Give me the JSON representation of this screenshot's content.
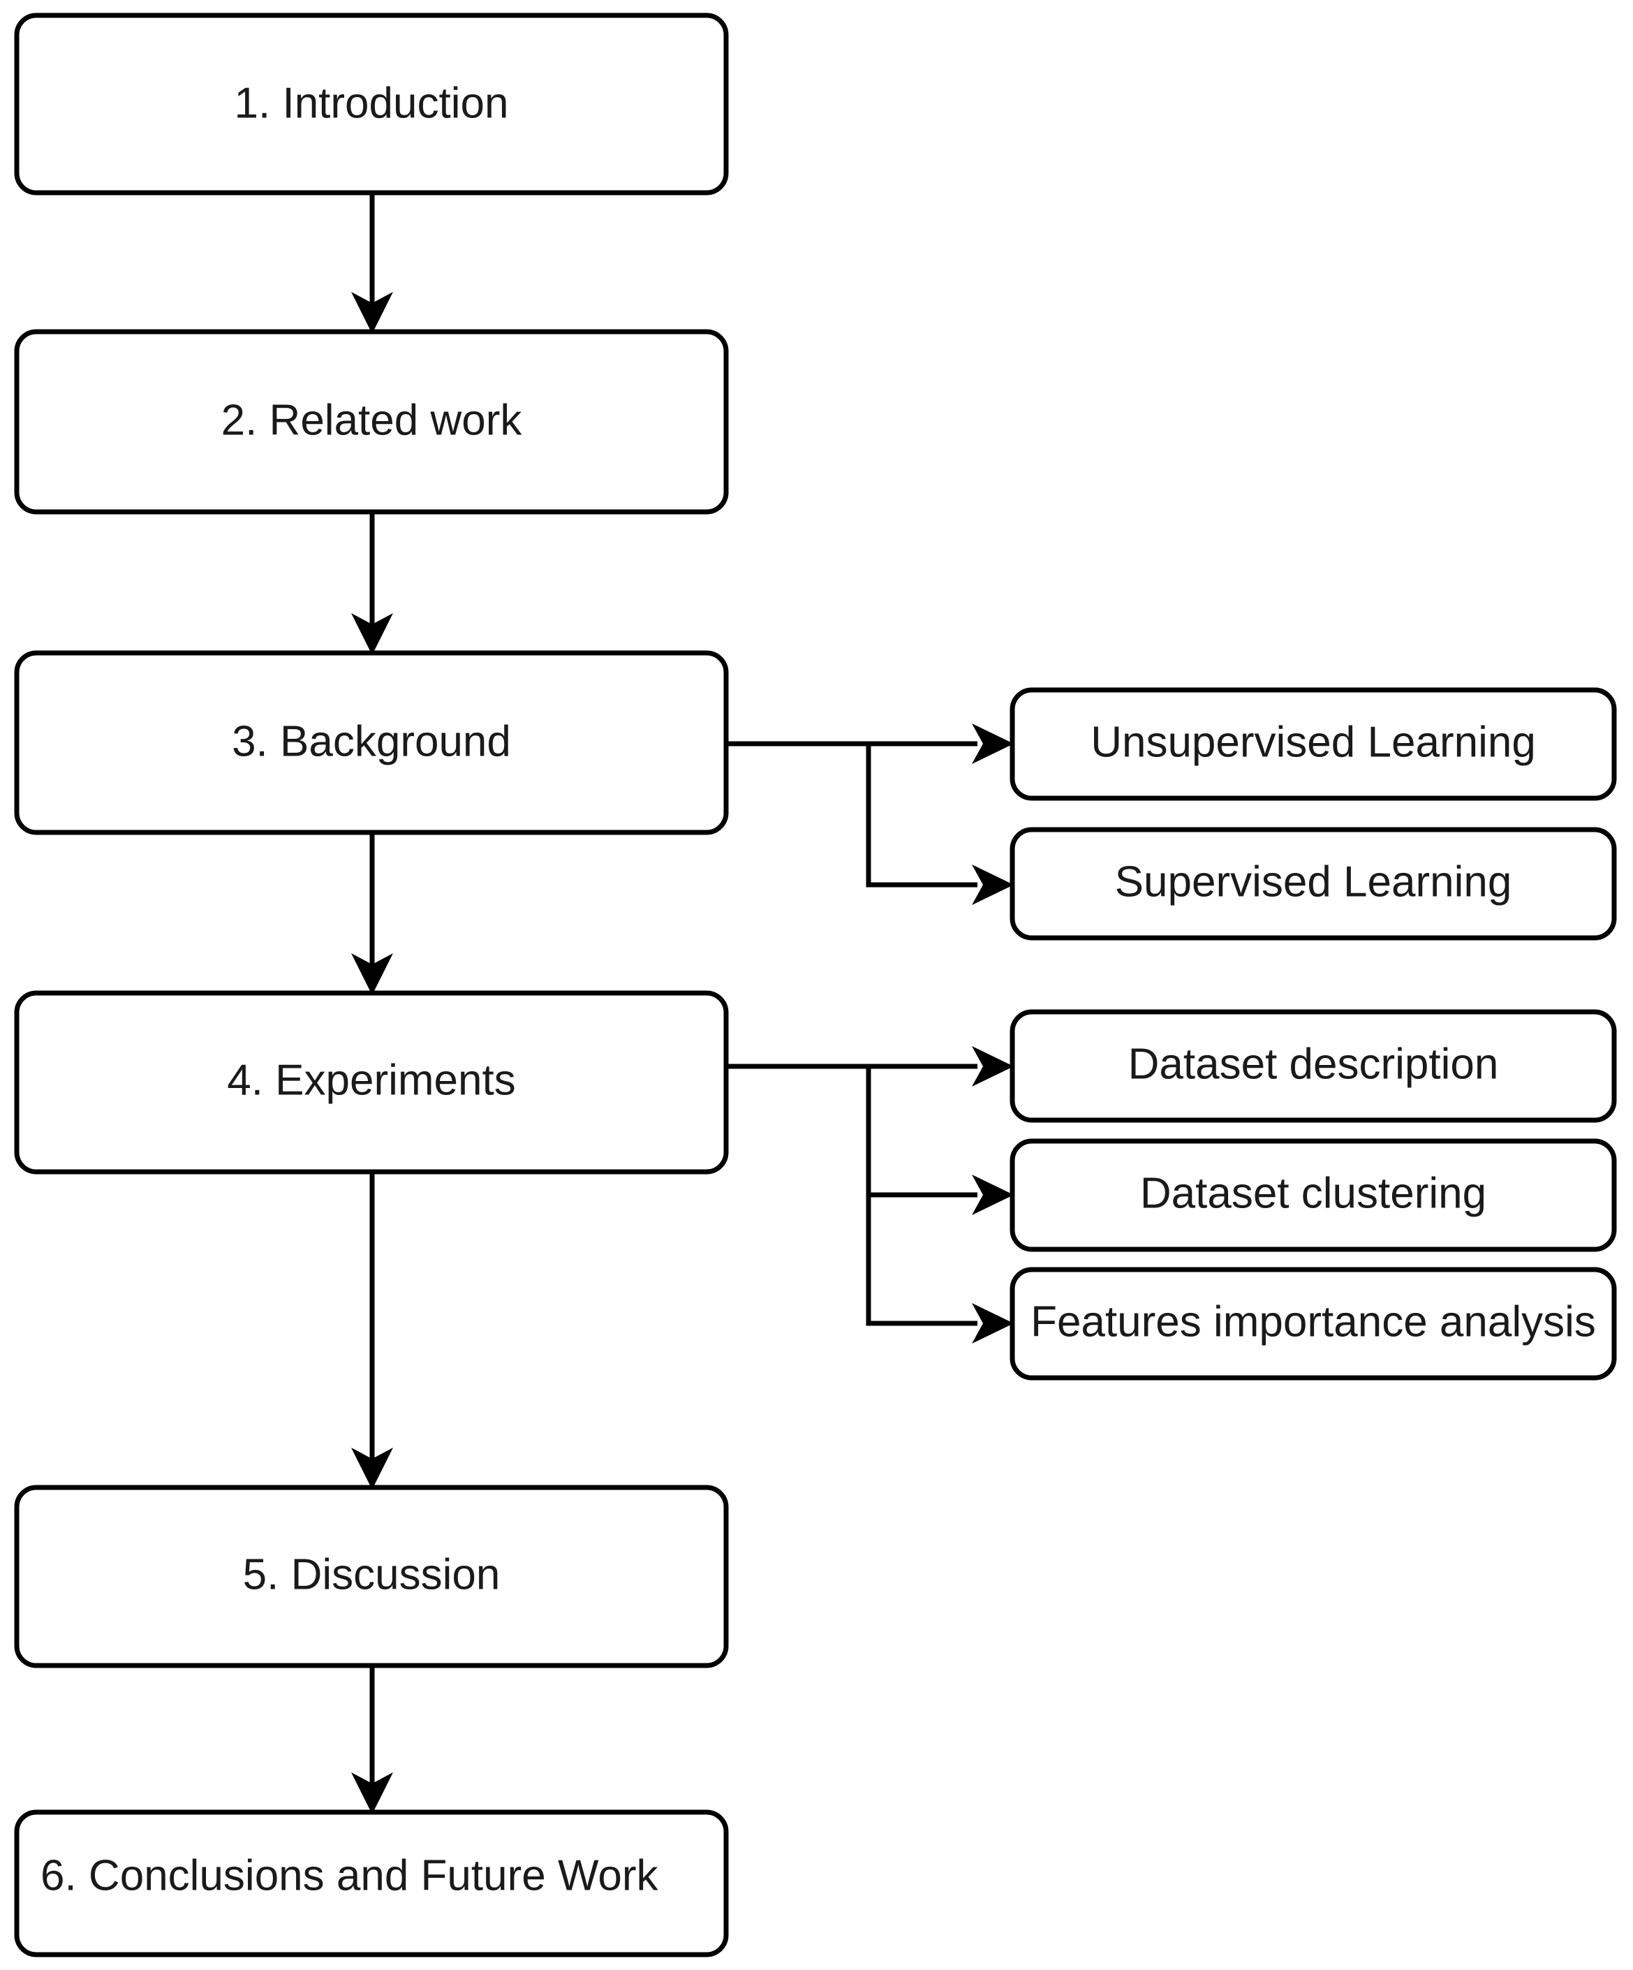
{
  "diagram": {
    "title": "Paper structure flowchart",
    "type": "flowchart",
    "orientation": "top-to-bottom with right-side branches",
    "colors": {
      "box_fill": "#ffffff",
      "box_stroke": "#000000",
      "text": "#1a1a1a",
      "background": "#ffffff"
    },
    "main_nodes": [
      {
        "id": "introduction",
        "label": "1. Introduction"
      },
      {
        "id": "related-work",
        "label": "2. Related work"
      },
      {
        "id": "background",
        "label": "3. Background"
      },
      {
        "id": "experiments",
        "label": "4. Experiments"
      },
      {
        "id": "discussion",
        "label": "5. Discussion"
      },
      {
        "id": "conclusions",
        "label": "6. Conclusions and Future Work"
      }
    ],
    "background_children": [
      {
        "id": "unsupervised-learning",
        "label": "Unsupervised Learning"
      },
      {
        "id": "supervised-learning",
        "label": "Supervised Learning"
      }
    ],
    "experiments_children": [
      {
        "id": "dataset-description",
        "label": "Dataset description"
      },
      {
        "id": "dataset-clustering",
        "label": "Dataset clustering"
      },
      {
        "id": "features-importance-analysis",
        "label": "Features importance analysis"
      }
    ],
    "edges": [
      {
        "from": "1. Introduction",
        "to": "2. Related work"
      },
      {
        "from": "2. Related work",
        "to": "3. Background"
      },
      {
        "from": "3. Background",
        "to": "4. Experiments"
      },
      {
        "from": "3. Background",
        "to": "Unsupervised Learning"
      },
      {
        "from": "3. Background",
        "to": "Supervised Learning"
      },
      {
        "from": "4. Experiments",
        "to": "5. Discussion"
      },
      {
        "from": "4. Experiments",
        "to": "Dataset description"
      },
      {
        "from": "4. Experiments",
        "to": "Dataset clustering"
      },
      {
        "from": "4. Experiments",
        "to": "Features importance analysis"
      },
      {
        "from": "5. Discussion",
        "to": "6. Conclusions and Future Work"
      }
    ]
  }
}
